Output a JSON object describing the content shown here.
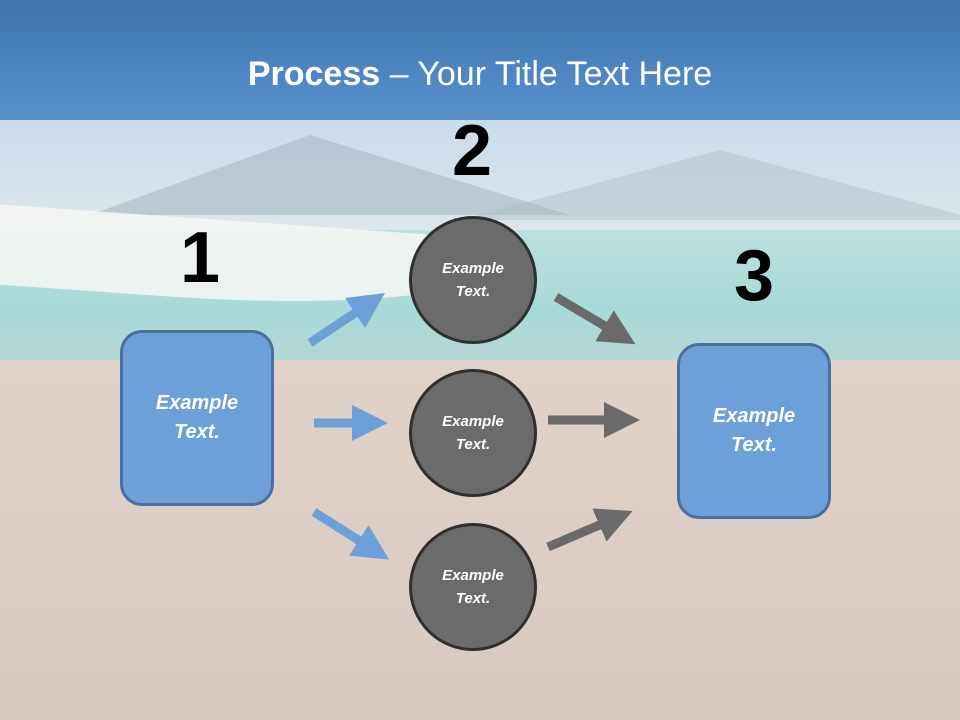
{
  "slide": {
    "title_bold": "Process",
    "title_rest": " – Your Title Text Here"
  },
  "steps": {
    "step1_number": "1",
    "step2_number": "2",
    "step3_number": "3"
  },
  "left_box": {
    "text": "Example Text."
  },
  "circles": [
    {
      "text": "Example Text."
    },
    {
      "text": "Example Text."
    },
    {
      "text": "Example Text."
    }
  ],
  "right_box": {
    "text": "Example Text."
  },
  "colors": {
    "box_fill": "#6d9fd8",
    "circle_fill": "#6b6b6b",
    "blue_arrow": "#6d9fd8",
    "gray_arrow": "#6a6a6a"
  }
}
